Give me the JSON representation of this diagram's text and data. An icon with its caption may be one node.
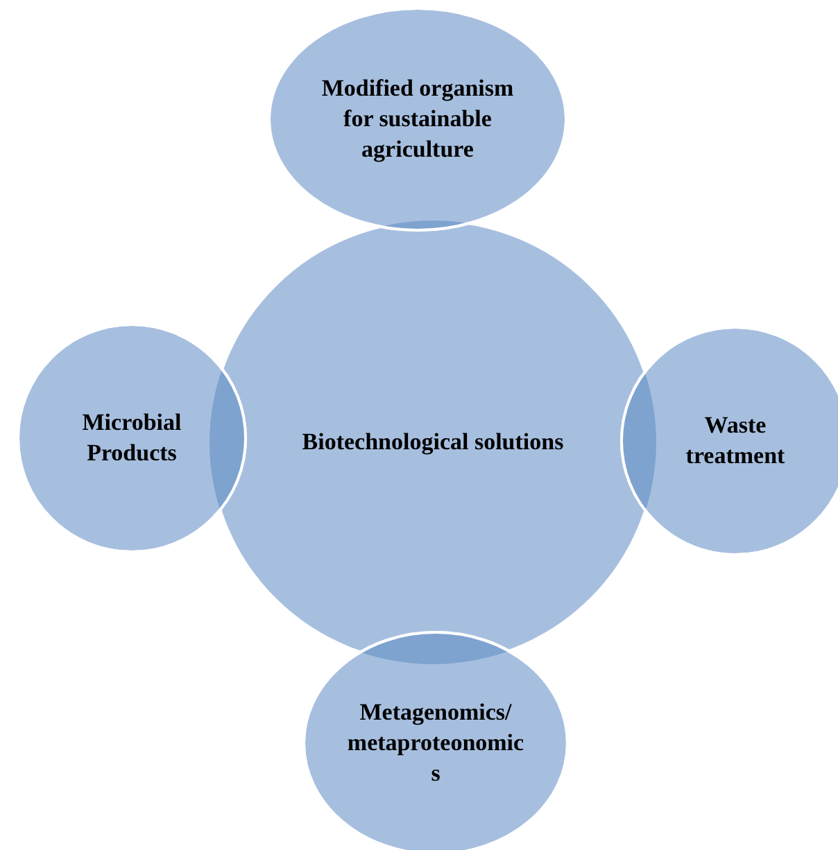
{
  "diagram": {
    "nodes": [
      {
        "text": [
          "Modified organism for sustainable agriculture"
        ]
      },
      {
        "text": [
          "Microbial Products"
        ]
      },
      {
        "text": [
          "Biotechnological solutions"
        ]
      },
      {
        "text": [
          "Waste treatment"
        ]
      },
      {
        "text": [
          "Metagenomics/ metaproteonomics"
        ]
      }
    ]
  }
}
